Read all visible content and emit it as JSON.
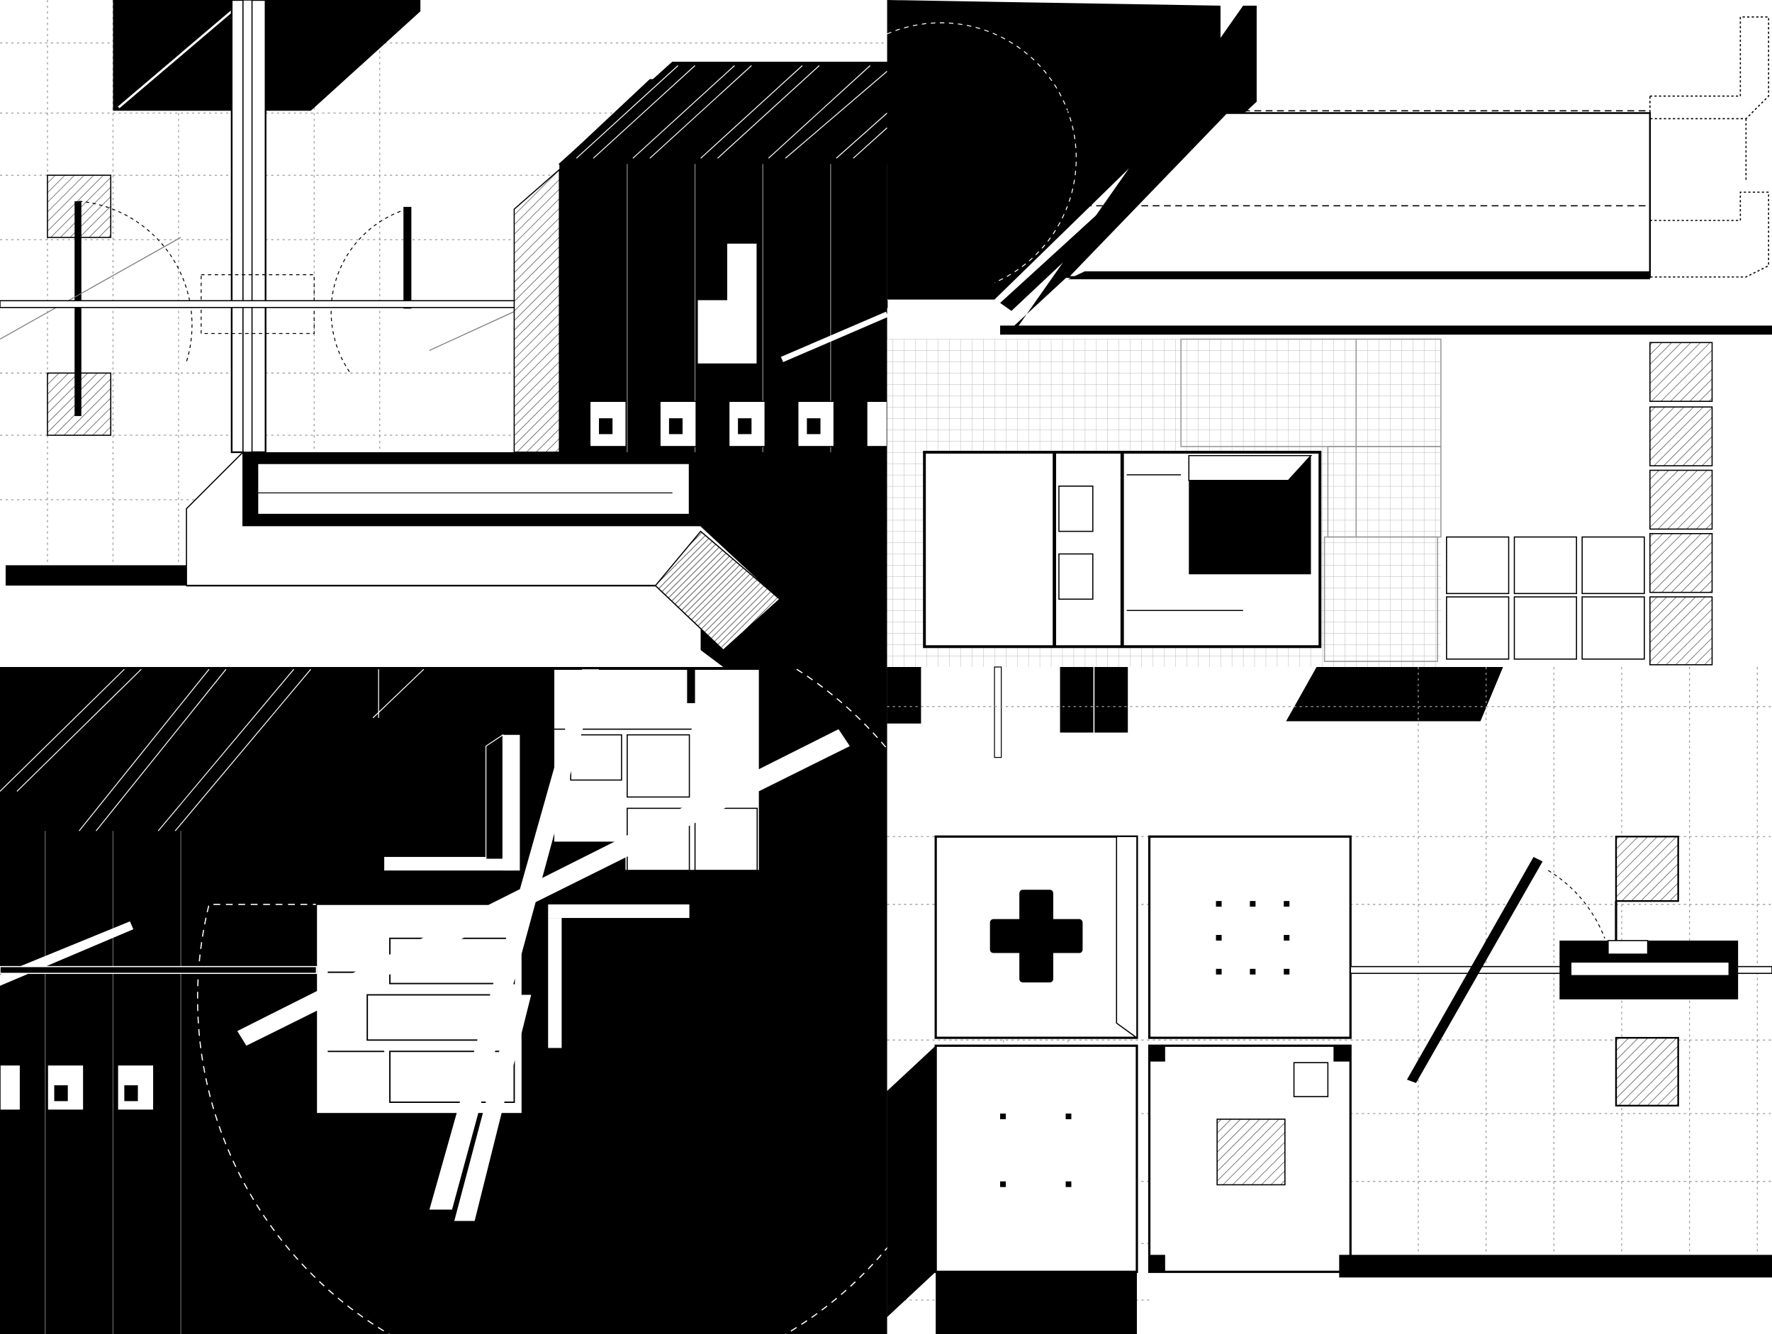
{
  "drawing": {
    "description_visible_text": "",
    "colors": {
      "ink": "#000000",
      "paper": "#ffffff",
      "hatch": "#555555",
      "grid": "#9a9a9a",
      "thin_line": "#7a7a7a"
    },
    "quadrants": [
      {
        "id": "top-left",
        "theme": "axonometric plan with wall strips, pivot doors and skylights"
      },
      {
        "id": "top-right",
        "theme": "isometric slab, tiled courtyard and room block"
      },
      {
        "id": "bottom-left",
        "theme": "black field with dashed circle and diagonal bars"
      },
      {
        "id": "bottom-right",
        "theme": "four square pavilions and pivot element on grid"
      }
    ]
  }
}
